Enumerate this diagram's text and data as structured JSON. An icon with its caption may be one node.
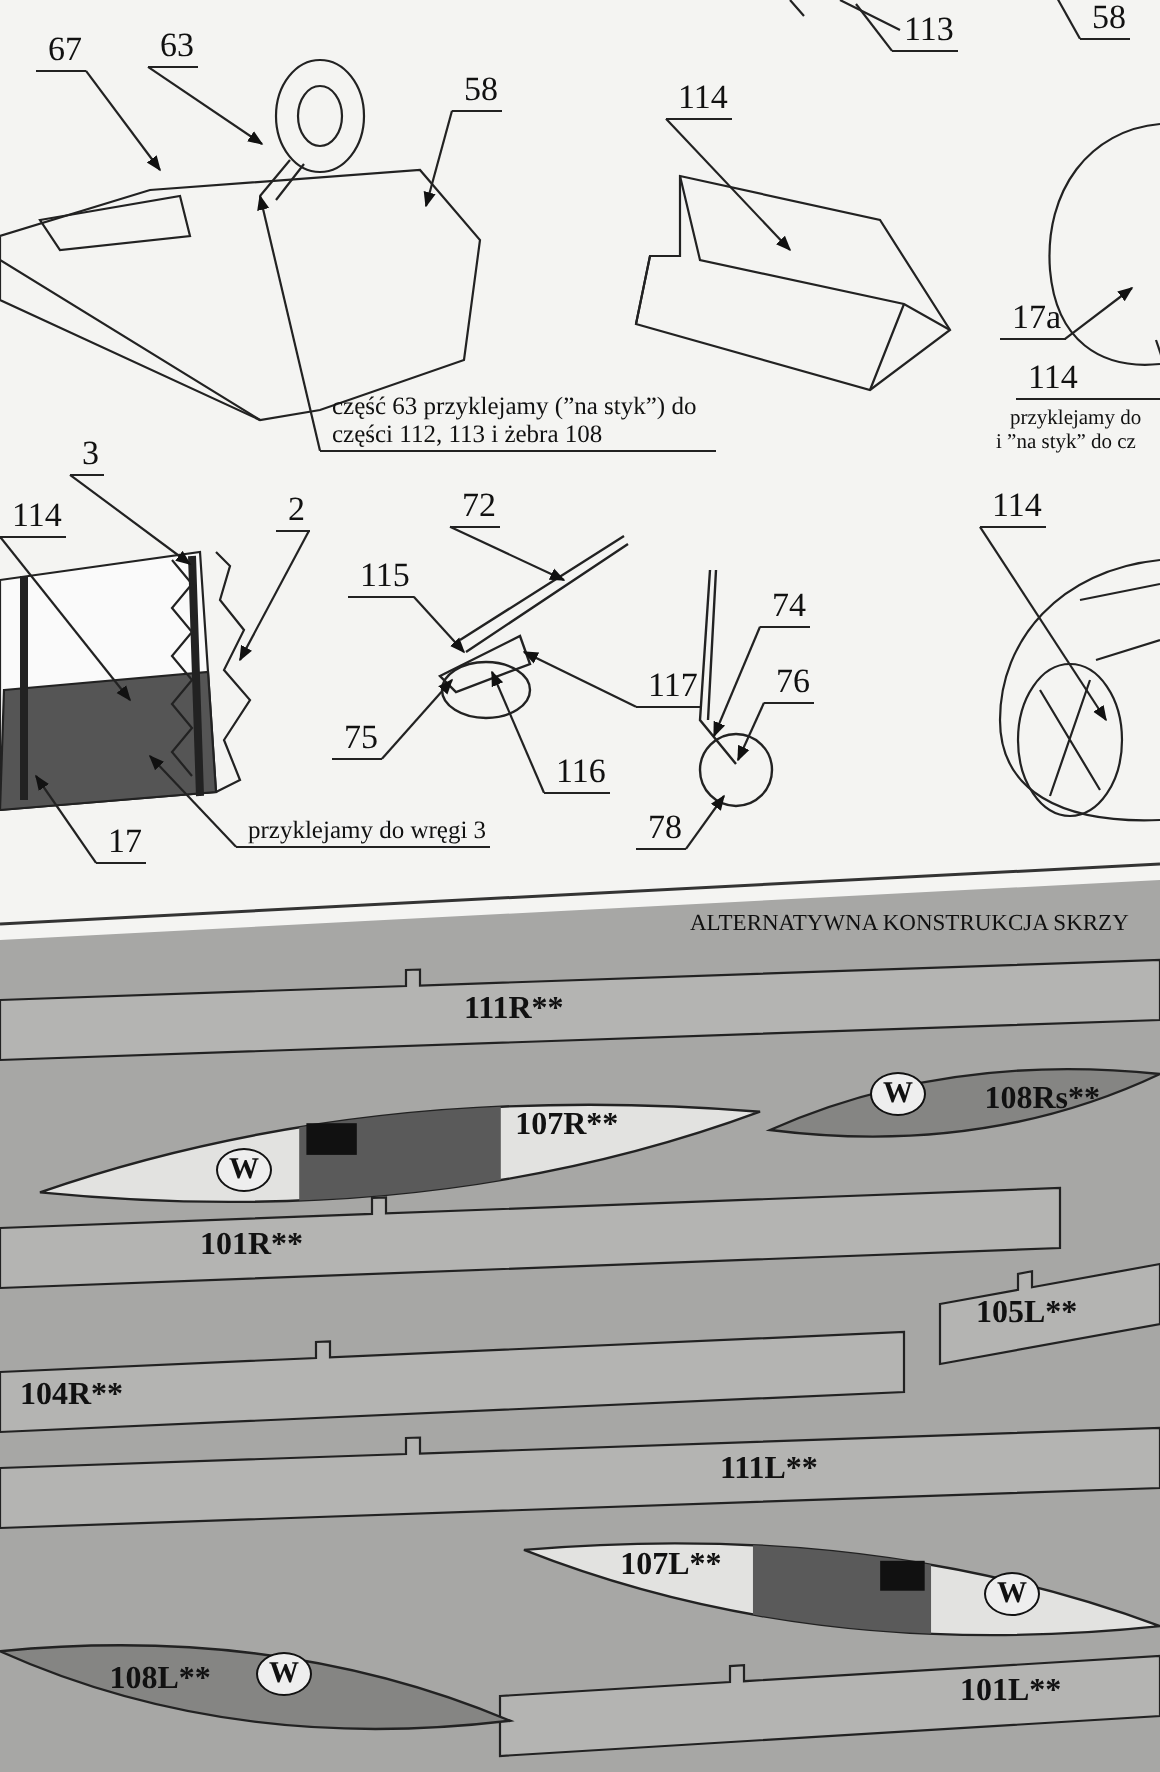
{
  "diagram": {
    "nodes": [
      {
        "text": [
          "67"
        ]
      },
      {
        "text": [
          "63"
        ]
      },
      {
        "text": [
          "58"
        ]
      },
      {
        "text": [
          "część 63 przyklejamy (”na styk”) do części 112, 113 i żebra 108"
        ]
      },
      {
        "text": [
          "114"
        ]
      },
      {
        "text": [
          "113"
        ]
      },
      {
        "text": [
          "58"
        ]
      },
      {
        "text": [
          "17a"
        ]
      },
      {
        "text": [
          "114"
        ]
      },
      {
        "text": [
          "3"
        ]
      },
      {
        "text": [
          "114"
        ]
      },
      {
        "text": [
          "2"
        ]
      },
      {
        "text": [
          "17"
        ]
      },
      {
        "text": [
          "przyklejamy do wręgi 3"
        ]
      },
      {
        "text": [
          "72"
        ]
      },
      {
        "text": [
          "115"
        ]
      },
      {
        "text": [
          "117"
        ]
      },
      {
        "text": [
          "75"
        ]
      },
      {
        "text": [
          "116"
        ]
      },
      {
        "text": [
          "74"
        ]
      },
      {
        "text": [
          "76"
        ]
      },
      {
        "text": [
          "78"
        ]
      },
      {
        "text": [
          "114"
        ]
      },
      {
        "text": [
          "111R**"
        ]
      },
      {
        "text": [
          "107R**"
        ]
      },
      {
        "text": [
          "108Rs**"
        ]
      },
      {
        "text": [
          "101R**"
        ]
      },
      {
        "text": [
          "105L**"
        ]
      },
      {
        "text": [
          "104R**"
        ]
      },
      {
        "text": [
          "111L**"
        ]
      },
      {
        "text": [
          "107L**"
        ]
      },
      {
        "text": [
          "101L**"
        ]
      },
      {
        "text": [
          "108L**"
        ]
      },
      {
        "text": [
          "W"
        ],
        "in": 24
      },
      {
        "text": [
          "W"
        ],
        "in": 25
      },
      {
        "text": [
          "W"
        ],
        "in": 30
      },
      {
        "text": [
          "W"
        ],
        "in": 32
      },
      {
        "text": [],
        "shape": "picture"
      },
      {
        "text": [],
        "shape": "picture"
      },
      {
        "text": [],
        "shape": "picture"
      },
      {
        "text": [],
        "shape": "picture"
      },
      {
        "text": [],
        "shape": "picture"
      },
      {
        "text": [],
        "shape": "picture"
      },
      {
        "text": [],
        "shape": "picture"
      },
      {
        "text": [],
        "shape": "picture"
      }
    ],
    "edges": [
      {
        "from": 0,
        "to": 38,
        "arrow": "to"
      },
      {
        "from": 1,
        "to": 38,
        "arrow": "to"
      },
      {
        "from": 2,
        "to": 38,
        "arrow": "to"
      },
      {
        "from": 3,
        "to": 38,
        "arrow": "to"
      },
      {
        "from": 4,
        "to": 39,
        "arrow": "to"
      },
      {
        "from": 5,
        "to": 37,
        "arrow": "none"
      },
      {
        "from": 6,
        "to": null,
        "arrow": "none"
      },
      {
        "from": 7,
        "to": 40,
        "arrow": "to"
      },
      {
        "from": 8,
        "to": 40,
        "arrow": "none"
      },
      {
        "from": 9,
        "to": 41,
        "arrow": "to"
      },
      {
        "from": 10,
        "to": 41,
        "arrow": "to"
      },
      {
        "from": 11,
        "to": 41,
        "arrow": "to"
      },
      {
        "from": 12,
        "to": 41,
        "arrow": "to"
      },
      {
        "from": 13,
        "to": 41,
        "arrow": "to"
      },
      {
        "from": 14,
        "to": 42,
        "arrow": "to"
      },
      {
        "from": 15,
        "to": 42,
        "arrow": "to"
      },
      {
        "from": 16,
        "to": 42,
        "arrow": "to"
      },
      {
        "from": 17,
        "to": 42,
        "arrow": "to"
      },
      {
        "from": 18,
        "to": 42,
        "arrow": "to"
      },
      {
        "from": 19,
        "to": 43,
        "arrow": "to"
      },
      {
        "from": 20,
        "to": 43,
        "arrow": "to"
      },
      {
        "from": 21,
        "to": 43,
        "arrow": "to"
      },
      {
        "from": 22,
        "to": 44,
        "arrow": "to"
      }
    ],
    "labels": [
      "przyklejamy do",
      "i ”na styk” do cz",
      "ALTERNATYWNA KONSTRUKCJA SKRZY"
    ]
  }
}
